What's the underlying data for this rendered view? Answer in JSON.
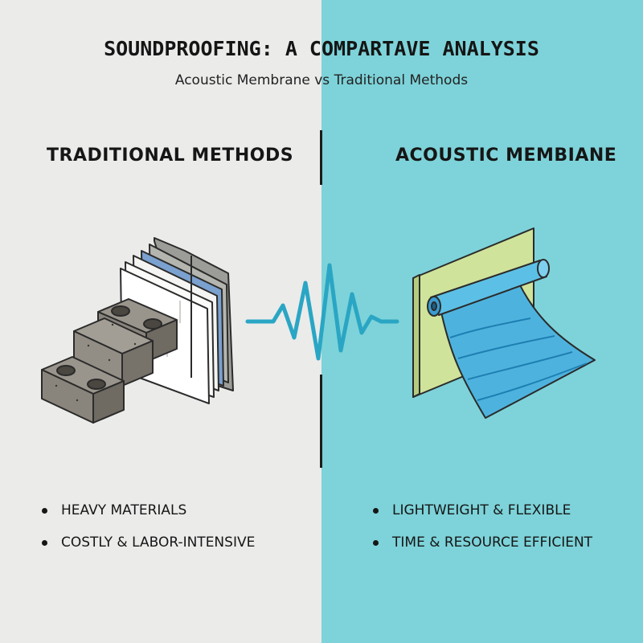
{
  "header": {
    "title": "SOUNDPROOFING: A COMPARTAVE ANALYSIS",
    "subtitle": "Acoustic Membrane vs Traditional Methods"
  },
  "left_panel": {
    "heading": "TRADITIONAL METHODS",
    "background": "#ebebea",
    "illustration": "cinder-blocks-and-drywall-panels",
    "points": [
      "HEAVY MATERIALS",
      "COSTLY & LABOR-INTENSIVE"
    ]
  },
  "right_panel": {
    "heading": "ACOUSTIC MEMBIANE",
    "background": "#7dd3d9",
    "illustration": "membrane-roll-on-wall",
    "points": [
      "LIGHTWEIGHT & FLEXIBLE",
      "TIME & RESOURCE EFFICIENT"
    ]
  },
  "center": {
    "icon": "sound-wave-icon",
    "wave_color": "#2aa6c4"
  }
}
